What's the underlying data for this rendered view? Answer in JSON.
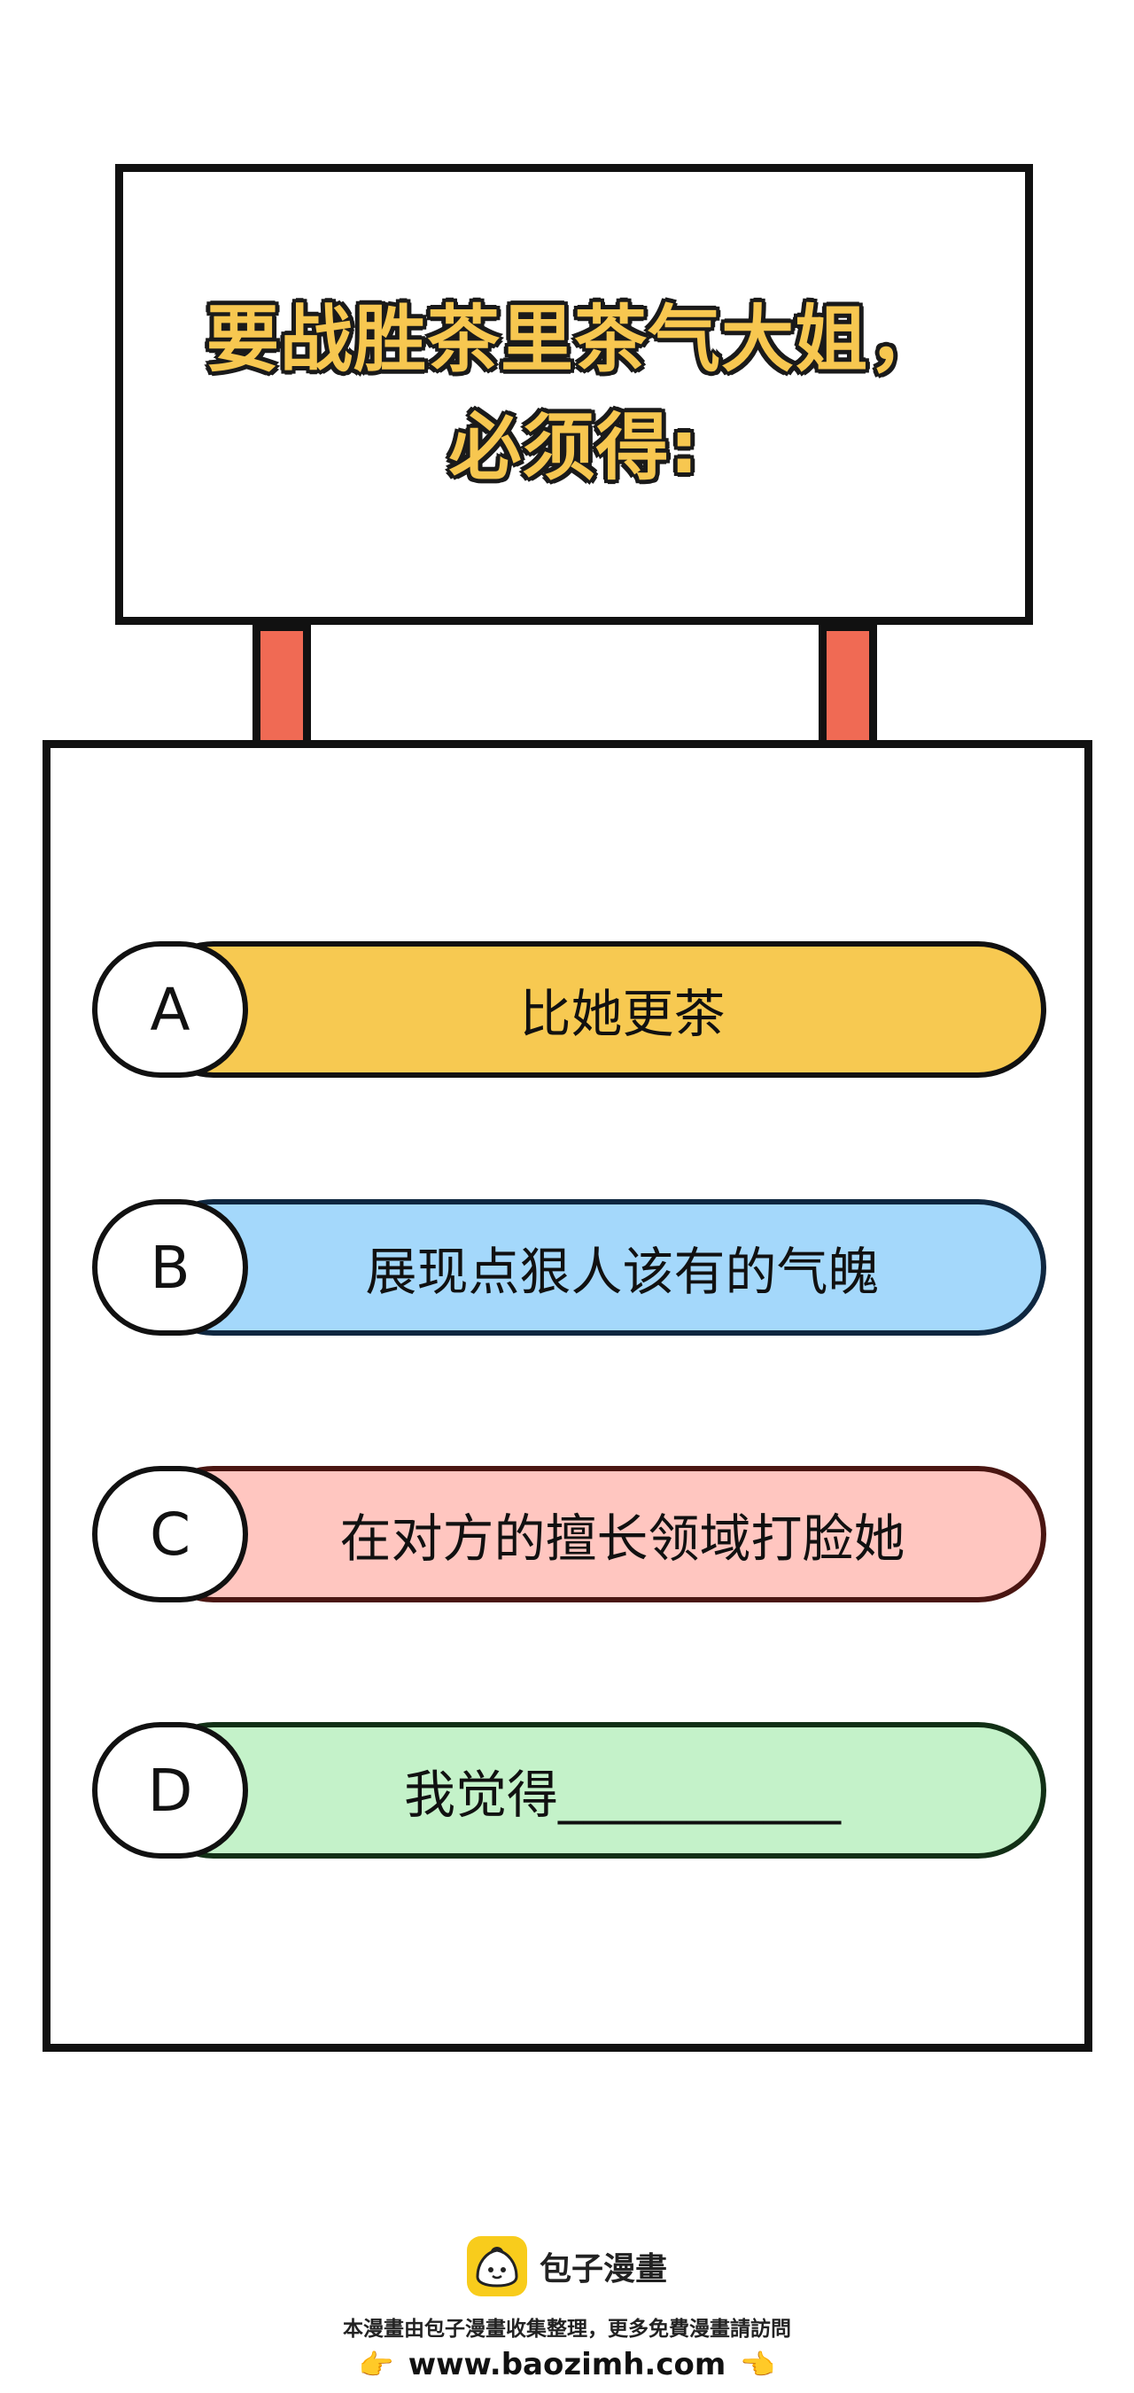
{
  "question": {
    "line1": "要战胜茶里茶气大姐，",
    "line2": "必须得:"
  },
  "options": [
    {
      "letter": "A",
      "text": "比她更茶",
      "color": "#f7c951"
    },
    {
      "letter": "B",
      "text": "展现点狠人该有的气魄",
      "color": "#a4d8fb"
    },
    {
      "letter": "C",
      "text": "在对方的擅长领域打脸她",
      "color": "#ffc6c0"
    },
    {
      "letter": "D",
      "text": "我觉得___________",
      "color": "#c4f2c9"
    }
  ],
  "footer": {
    "logo_icon": "baozi-logo-icon",
    "logo_text": "包子漫畫",
    "note": "本漫畫由包子漫畫收集整理，更多免費漫畫請訪問",
    "url": "www.baozimh.com",
    "left_hand": "👉",
    "right_hand": "👈"
  },
  "colors": {
    "title_fill": "#f7c750",
    "post": "#f06a54",
    "outline": "#111111"
  }
}
